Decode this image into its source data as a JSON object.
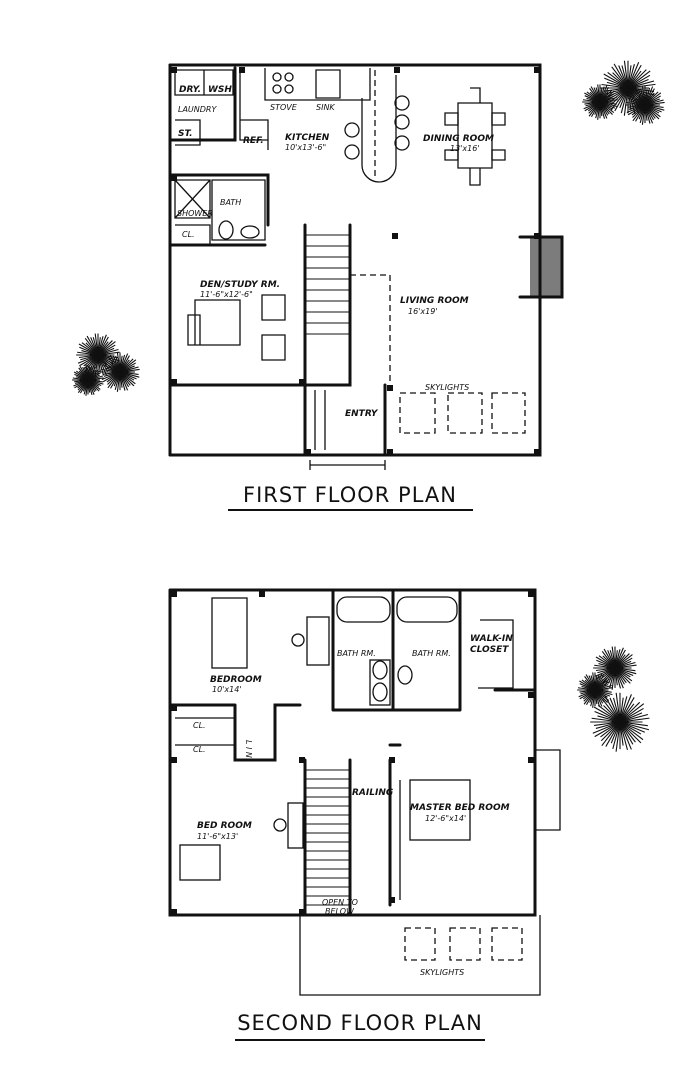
{
  "first_floor": {
    "title": "FIRST FLOOR PLAN",
    "labels": {
      "dryer": "DRY.",
      "washer": "WSH.",
      "laundry": "LAUNDRY",
      "storage": "ST.",
      "refrigerator": "REF.",
      "stove": "STOVE",
      "sink": "SINK",
      "kitchen": "KITCHEN",
      "kitchen_dim": "10'x13'-6\"",
      "dining": "DINING ROOM",
      "dining_dim": "13'x16'",
      "bath": "BATH",
      "shower": "SHOWER",
      "closet": "CL.",
      "den": "DEN/STUDY RM.",
      "den_dim": "11'-6\"x12'-6\"",
      "living": "LIVING ROOM",
      "living_dim": "16'x19'",
      "skylights": "SKYLIGHTS",
      "entry": "ENTRY"
    }
  },
  "second_floor": {
    "title": "SECOND FLOOR PLAN",
    "labels": {
      "bedroom1": "BEDROOM",
      "bedroom1_dim": "10'x14'",
      "bath1": "BATH RM.",
      "bath2": "BATH RM.",
      "walkin": "WALK-IN",
      "walkin2": "CLOSET",
      "linen": "L I N.",
      "closet1": "CL.",
      "closet2": "CL.",
      "railing": "RAILING",
      "master": "MASTER BED ROOM",
      "master_dim": "12'-6\"x14'",
      "bedroom2": "BED ROOM",
      "bedroom2_dim": "11'-6\"x13'",
      "open_below": "OPEN TO",
      "open_below2": "BELOW",
      "skylights": "SKYLIGHTS"
    }
  },
  "colors": {
    "ink": "#111111",
    "paper": "#ffffff"
  }
}
